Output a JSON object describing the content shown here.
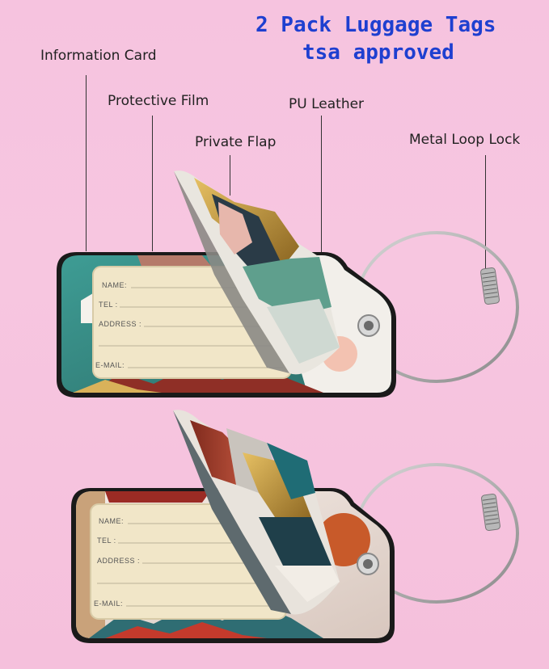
{
  "headline": {
    "line1": "2 Pack Luggage Tags",
    "line2": "tsa approved"
  },
  "callouts": {
    "information_card": "Information Card",
    "protective_film": "Protective Film",
    "private_flap": "Private Flap",
    "pu_leather": "PU Leather",
    "metal_loop_lock": "Metal Loop Lock"
  },
  "card_fields": {
    "name": "NAME",
    "tel": "TEL",
    "address": "ADDRESS",
    "email": "E-MAIL"
  },
  "colors": {
    "headline": "#1e3fd0",
    "background": "#f7c6e0",
    "card": "#f1e6c8",
    "teal": "#3f9a92",
    "gold": "#c99a2e",
    "rust": "#a8412c",
    "blush": "#f4c2b0"
  }
}
